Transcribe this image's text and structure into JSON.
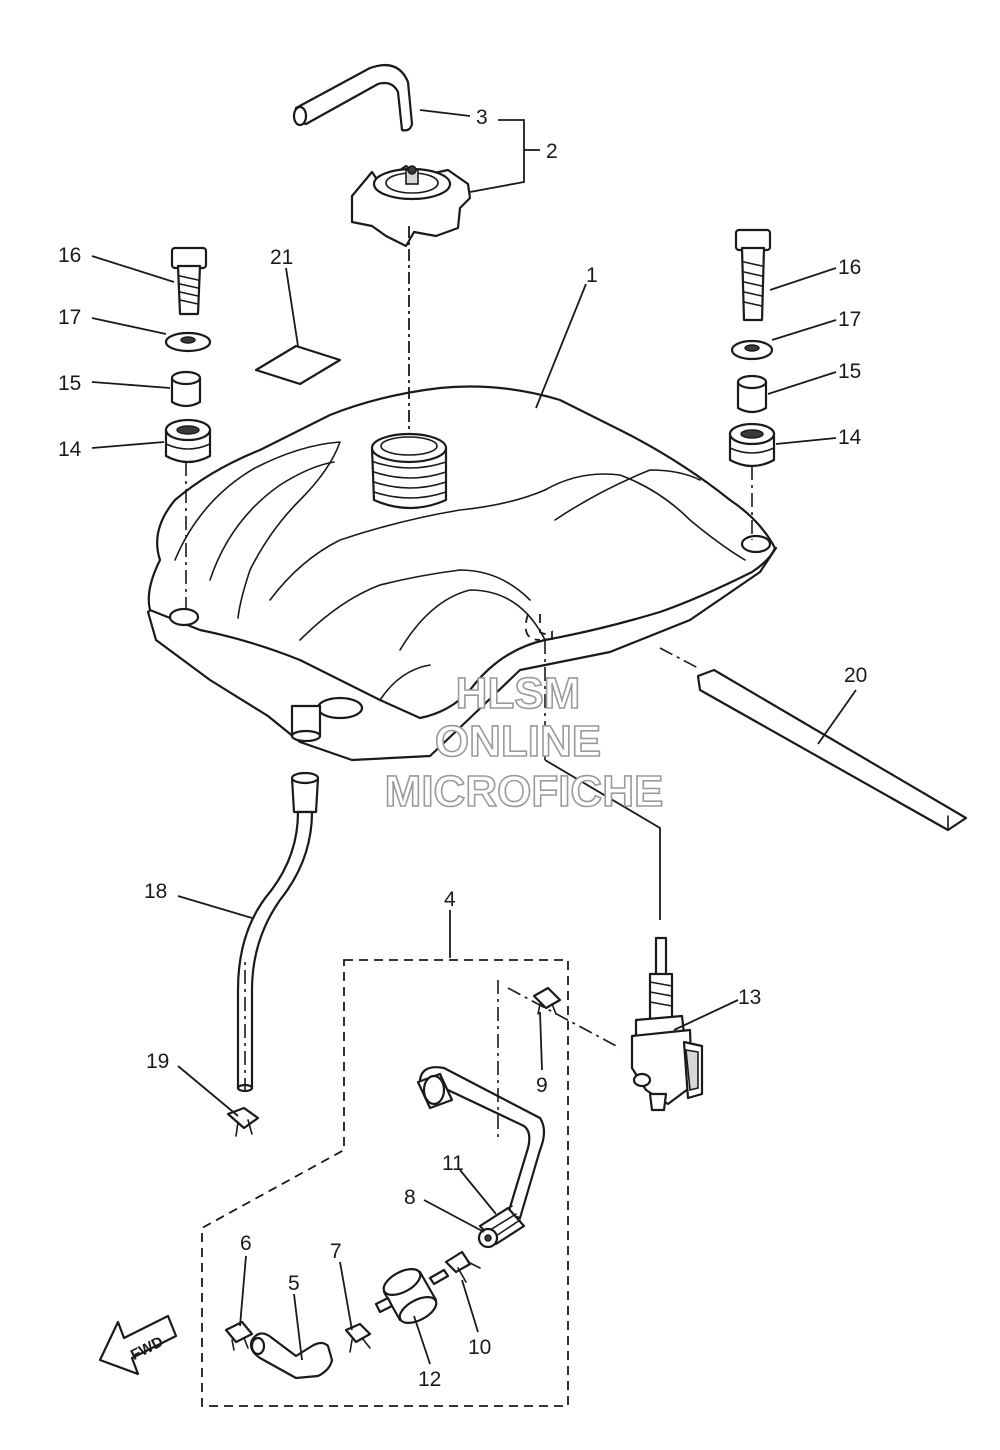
{
  "callouts": {
    "c1": "1",
    "c2": "2",
    "c3": "3",
    "c4": "4",
    "c5": "5",
    "c6": "6",
    "c7": "7",
    "c8": "8",
    "c9": "9",
    "c10": "10",
    "c11": "11",
    "c12": "12",
    "c13": "13",
    "c14_left": "14",
    "c14_right": "14",
    "c15_left": "15",
    "c15_right": "15",
    "c16_left": "16",
    "c16_right": "16",
    "c17_left": "17",
    "c17_right": "17",
    "c18": "18",
    "c19": "19",
    "c20": "20",
    "c21": "21"
  },
  "watermark": {
    "line1": "HLSM",
    "line2": "ONLINE",
    "line3": "MICROFICHE"
  },
  "direction_arrow": {
    "label": "FWD"
  },
  "colors": {
    "line": "#1a1a1a",
    "background": "#ffffff",
    "watermark_outline": "#9a9a9a"
  }
}
